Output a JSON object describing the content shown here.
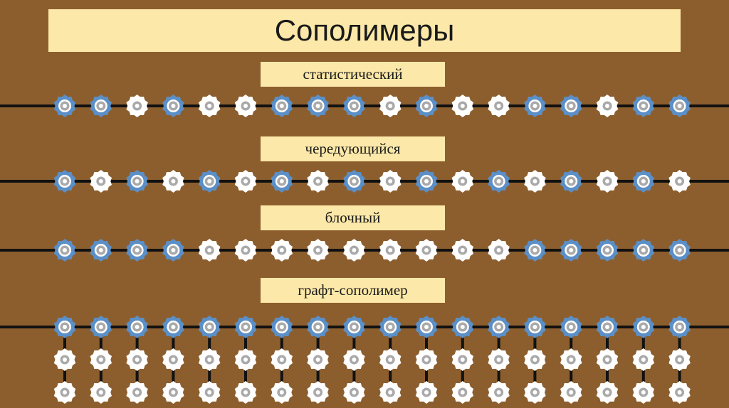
{
  "title": "Сополимеры",
  "colors": {
    "background": "#8c5e2e",
    "banner": "#fce8a8",
    "chain_line": "#111111",
    "monomer_a": "#5b8fc7",
    "monomer_b": "#ffffff",
    "monomer_core": "#a9a9a9"
  },
  "monomer_types": {
    "A": "blue-gear-monomer",
    "B": "white-gear-monomer"
  },
  "copolymers": [
    {
      "label": "статистический",
      "sequence": [
        "A",
        "A",
        "B",
        "A",
        "B",
        "B",
        "A",
        "A",
        "A",
        "B",
        "A",
        "B",
        "B",
        "A",
        "A",
        "B",
        "A",
        "A"
      ],
      "graft_rows": 0
    },
    {
      "label": "чередующийся",
      "sequence": [
        "A",
        "B",
        "A",
        "B",
        "A",
        "B",
        "A",
        "B",
        "A",
        "B",
        "A",
        "B",
        "A",
        "B",
        "A",
        "B",
        "A",
        "B"
      ],
      "graft_rows": 0
    },
    {
      "label": "блочный",
      "sequence": [
        "A",
        "A",
        "A",
        "A",
        "B",
        "B",
        "B",
        "B",
        "B",
        "B",
        "B",
        "B",
        "B",
        "A",
        "A",
        "A",
        "A",
        "A"
      ],
      "graft_rows": 0
    },
    {
      "label": "графт-сополимер",
      "sequence": [
        "A",
        "A",
        "A",
        "A",
        "A",
        "A",
        "A",
        "A",
        "A",
        "A",
        "A",
        "A",
        "A",
        "A",
        "A",
        "A",
        "A",
        "A"
      ],
      "graft_rows": 2,
      "graft_type": "B"
    }
  ]
}
